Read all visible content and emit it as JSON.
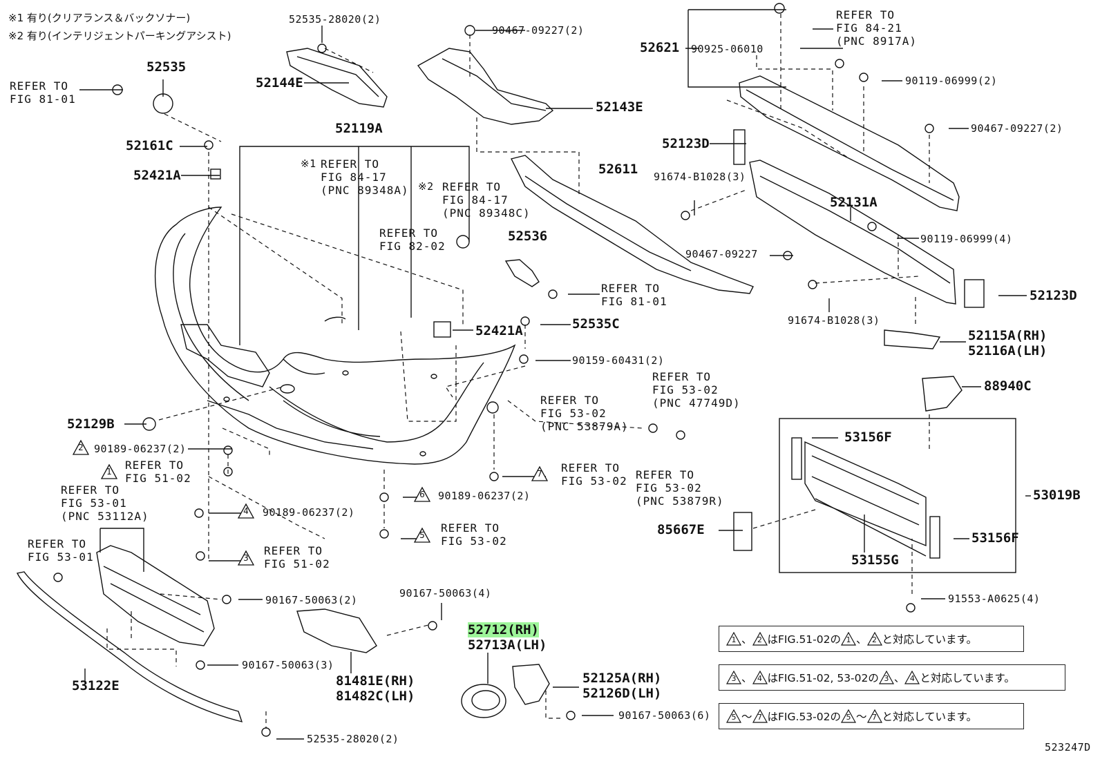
{
  "header_notes": {
    "note1": "※1 有り(クリアランス＆バックソナー)",
    "note2": "※2 有り(インテリジェントパーキングアシスト)"
  },
  "labels": {
    "p52535_28020_top": "52535-28020(2)",
    "p90467_09227_top": "90467-09227(2)",
    "p52621": "52621",
    "p90925_06010": "90925-06010",
    "ref_84_21": "REFER TO\nFIG 84-21\n(PNC 8917A)",
    "p90119_06999_2": "90119-06999(2)",
    "p52535": "52535",
    "ref_81_01_left": "REFER TO\nFIG 81-01",
    "p52144E": "52144E",
    "p52143E": "52143E",
    "p90467_09227_right": "90467-09227(2)",
    "p52161C": "52161C",
    "p52119A": "52119A",
    "p52123D_top": "52123D",
    "ref_84_17_a_mark": "※1",
    "ref_84_17_a": "REFER TO\nFIG 84-17\n(PNC 89348A)",
    "p52421A_left": "52421A",
    "ref_84_17_c_mark": "※2",
    "ref_84_17_c": "REFER TO\nFIG 84-17\n(PNC 89348C)",
    "p52611": "52611",
    "p91674_B1028_top": "91674-B1028(3)",
    "p52131A": "52131A",
    "ref_82_02": "REFER TO\nFIG 82-02",
    "p52536": "52536",
    "p90119_06999_4": "90119-06999(4)",
    "p90467_09227_mid": "90467-09227",
    "ref_81_01_mid": "REFER TO\nFIG 81-01",
    "p52123D_right": "52123D",
    "p91674_B1028_bot": "91674-B1028(3)",
    "p52421A_mid": "52421A",
    "p52535C": "52535C",
    "p52115A": "52115A(RH)",
    "p52116A": "52116A(LH)",
    "p90159_60431": "90159-60431(2)",
    "ref_53_02_47749D": "REFER TO\nFIG 53-02\n(PNC 47749D)",
    "p88940C": "88940C",
    "ref_53_02_53879A": "REFER TO\nFIG 53-02\n(PNC 53879A)",
    "p52129B": "52129B",
    "p53156F_top": "53156F",
    "p90189_06237_2a": "90189-06237(2)",
    "ref_51_02_1": "REFER TO\nFIG 51-02",
    "ref_53_02_7": "REFER TO\nFIG 53-02",
    "ref_53_02_53879R": "REFER TO\nFIG 53-02\n(PNC 53879R)",
    "ref_53_01_53112A": "REFER TO\nFIG 53-01\n(PNC 53112A)",
    "p90189_06237_6": "90189-06237(2)",
    "p53019B": "53019B",
    "p90189_06237_4": "90189-06237(2)",
    "p85667E": "85667E",
    "ref_53_01": "REFER TO\nFIG 53-01",
    "ref_53_02_5": "REFER TO\nFIG 53-02",
    "p53156F_bot": "53156F",
    "ref_51_02_3": "REFER TO\nFIG 51-02",
    "p53155G": "53155G",
    "p90167_50063_2": "90167-50063(2)",
    "p90167_50063_4": "90167-50063(4)",
    "p91553_A0625": "91553-A0625(4)",
    "p52712": "52712(RH)",
    "p52713A": "52713A(LH)",
    "p90167_50063_3": "90167-50063(3)",
    "p53122E": "53122E",
    "p81481E": "81481E(RH)",
    "p81482C": "81482C(LH)",
    "p52125A": "52125A(RH)",
    "p52126D": "52126D(LH)",
    "p90167_50063_6": "90167-50063(6)",
    "p52535_28020_bot": "52535-28020(2)",
    "diagram_id": "523247D"
  },
  "markers": {
    "m1": "1",
    "m2": "2",
    "m3": "3",
    "m4": "4",
    "m5": "5",
    "m6": "6",
    "m7": "7"
  },
  "notes_box": {
    "row1": {
      "a": "1",
      "sep": "、",
      "b": "2",
      "mid": "はFIG.51-02の",
      "c": "1",
      "sep2": "、",
      "d": "2",
      "end": "と対応しています。"
    },
    "row2": {
      "a": "3",
      "sep": "、",
      "b": "4",
      "mid": "はFIG.51-02, 53-02の",
      "c": "3",
      "sep2": "、",
      "d": "4",
      "end": "と対応しています。"
    },
    "row3": {
      "a": "5",
      "sep": "～",
      "b": "7",
      "mid": "はFIG.53-02の",
      "c": "5",
      "sep2": "～",
      "d": "7",
      "end": "と対応しています。"
    }
  },
  "colors": {
    "highlight": "#9ef59a",
    "ink": "#111111"
  }
}
